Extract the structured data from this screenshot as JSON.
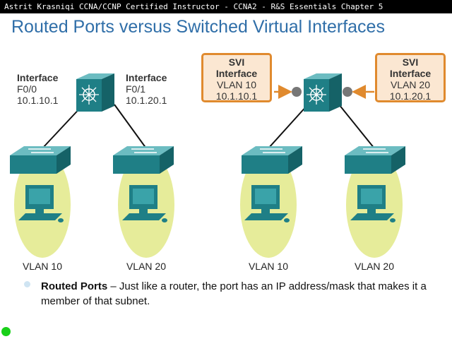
{
  "header": {
    "banner": "Astrit Krasniqi CCNA/CCNP Certified Instructor - CCNA2 - R&S Essentials Chapter 5",
    "title": "Routed Ports versus Switched Virtual Interfaces"
  },
  "left": {
    "if1": {
      "h": "Interface",
      "port": "F0/0",
      "ip": "10.1.10.1"
    },
    "if2": {
      "h": "Interface",
      "port": "F0/1",
      "ip": "10.1.20.1"
    },
    "vlan_a": "VLAN 10",
    "vlan_b": "VLAN 20"
  },
  "right": {
    "svi1": {
      "h1": "SVI",
      "h2": "Interface",
      "vlan": "VLAN 10",
      "ip": "10.1.10.1"
    },
    "svi2": {
      "h1": "SVI",
      "h2": "Interface",
      "vlan": "VLAN 20",
      "ip": "10.1.20.1"
    },
    "vlan_a": "VLAN 10",
    "vlan_b": "VLAN 20"
  },
  "bullet": {
    "term": "Routed Ports",
    "text": " – Just like a router, the port has an IP address/mask that makes it a member of that subnet."
  },
  "colors": {
    "title": "#2f6ea8",
    "device": "#1f7f86",
    "svi_border": "#e08a2e",
    "vlan_ellipse": "#e6ec9a",
    "arrow": "#e08a2e"
  }
}
